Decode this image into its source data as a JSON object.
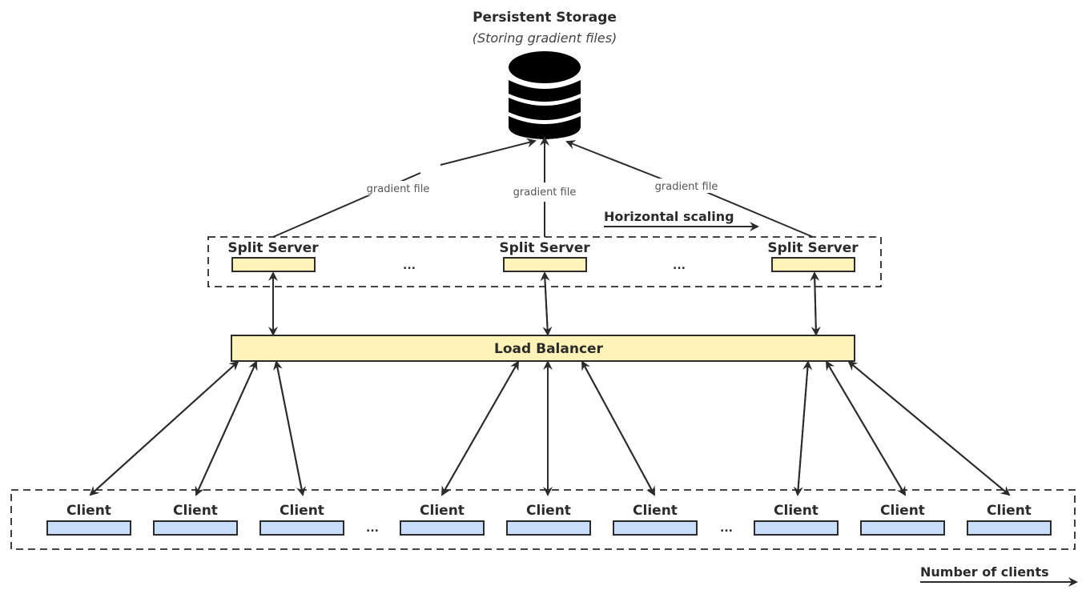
{
  "storage": {
    "title": "Persistent Storage",
    "subtitle": "(Storing gradient files)",
    "icon": "database-icon"
  },
  "edge_label": "gradient file",
  "split_servers": {
    "label": "Split Server",
    "count_shown": 3,
    "ellipsis": "...",
    "scaling_label": "Horizontal scaling",
    "fill_color": "#fff3b8"
  },
  "load_balancer": {
    "label": "Load Balancer",
    "fill_color": "#fff3b8"
  },
  "clients": {
    "label": "Client",
    "count_shown": 9,
    "ellipsis": "...",
    "fill_color": "#c9defa"
  },
  "axis": {
    "clients_label": "Number of clients"
  },
  "colors": {
    "stroke": "#2b2b2b",
    "server_fill": "#fff3b8",
    "client_fill": "#c9defa"
  }
}
